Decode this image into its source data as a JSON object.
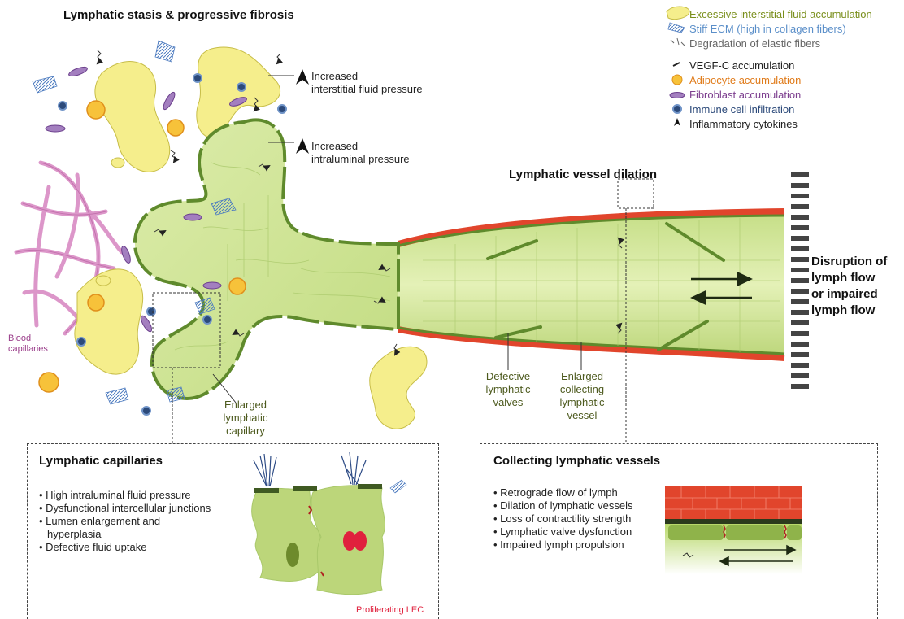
{
  "main_title": "Lymphatic stasis & progressive fibrosis",
  "dilation_title": "Lymphatic vessel dilation",
  "legend": [
    {
      "text": "Excessive interstitial fluid accumulation",
      "color": "#7a8f1c",
      "icon": "fluid-blob-icon"
    },
    {
      "text": "Stiff ECM (high in collagen fibers)",
      "color": "#5b8fc9",
      "icon": "collagen-icon"
    },
    {
      "text": "Degradation of elastic fibers",
      "color": "#666666",
      "icon": "elastic-fiber-icon"
    },
    {
      "text": "VEGF-C accumulation",
      "color": "#222222",
      "icon": "vegfc-icon"
    },
    {
      "text": "Adipocyte accumulation",
      "color": "#e07b1a",
      "icon": "adipocyte-icon"
    },
    {
      "text": "Fibroblast accumulation",
      "color": "#7d3f8f",
      "icon": "fibroblast-icon"
    },
    {
      "text": "Immune cell infiltration",
      "color": "#2c4a7a",
      "icon": "immune-cell-icon"
    },
    {
      "text": "Inflammatory cytokines",
      "color": "#222222",
      "icon": "cytokine-icon"
    }
  ],
  "annotations": {
    "interstitial_pressure": [
      "Increased",
      "interstitial fluid pressure"
    ],
    "intraluminal_pressure": [
      "Increased",
      "intraluminal pressure"
    ],
    "blood_capillaries": [
      "Blood",
      "capillaries"
    ],
    "enlarged_capillary": [
      "Enlarged",
      "lymphatic",
      "capillary"
    ],
    "defective_valves": [
      "Defective",
      "lymphatic",
      "valves"
    ],
    "enlarged_collecting": [
      "Enlarged",
      "collecting",
      "lymphatic",
      "vessel"
    ],
    "disruption": [
      "Disruption of",
      "lymph flow",
      "or impaired",
      "lymph flow"
    ]
  },
  "capillaries_panel": {
    "title": "Lymphatic capillaries",
    "bullets": [
      "High intraluminal fluid pressure",
      "Dysfunctional intercellular junctions",
      "Lumen enlargement and",
      "hyperplasia",
      "Defective fluid uptake"
    ],
    "bullet_marks": [
      true,
      true,
      true,
      false,
      true
    ],
    "cell_label": "Proliferating LEC"
  },
  "collecting_panel": {
    "title": "Collecting lymphatic vessels",
    "bullets": [
      "Retrograde flow of lymph",
      "Dilation of lymphatic vessels",
      "Loss of contractility strength",
      "Lymphatic valve dysfunction",
      "Impaired lymph propulsion"
    ]
  },
  "colors": {
    "vessel_fill": "#d2e69a",
    "vessel_wall": "#5f8a2c",
    "collecting_border": "#e1452c",
    "fluid": "#f5ee8c",
    "blood_capillary": "#d98bc4"
  }
}
